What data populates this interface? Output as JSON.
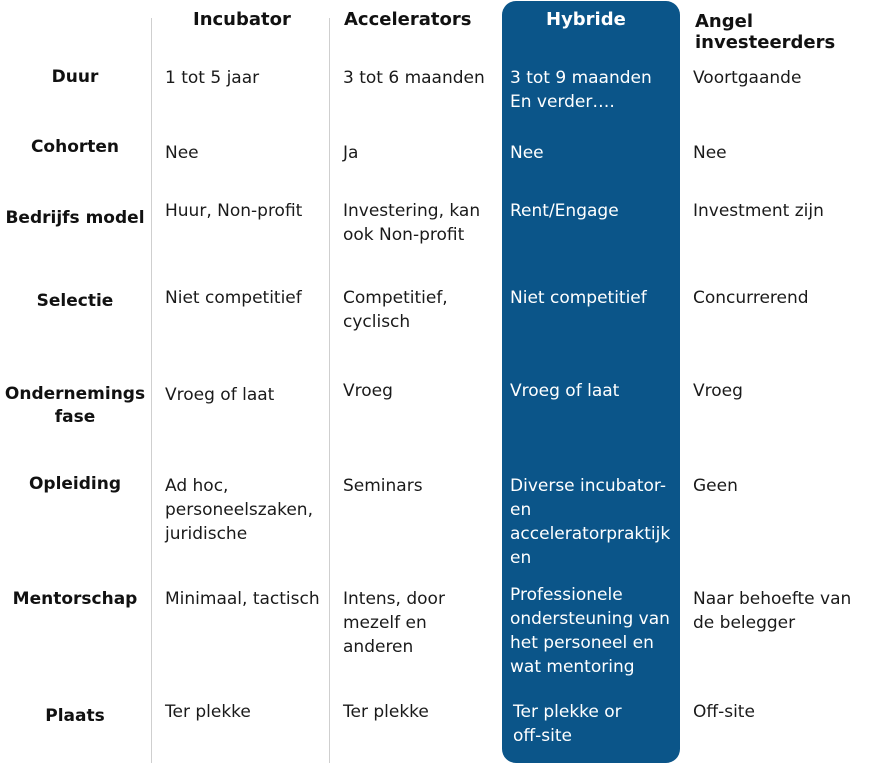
{
  "columns": {
    "incubator": "Incubator",
    "accelerators": "Accelerators",
    "hybride": "Hybride",
    "angel": "Angel\ninvesteerders"
  },
  "rows": [
    {
      "label": "Duur",
      "incubator": "1 tot 5 jaar",
      "accelerators": "3 tot 6 maanden",
      "hybride": "3 tot 9 maanden\nEn verder….",
      "angel": "Voortgaande"
    },
    {
      "label": "Cohorten",
      "incubator": "Nee",
      "accelerators": "Ja",
      "hybride": "Nee",
      "angel": "Nee"
    },
    {
      "label": "Bedrijfs model",
      "incubator": "Huur, Non-profit",
      "accelerators": "Investering, kan\nook Non-profit",
      "hybride": "Rent/Engage",
      "angel": "Investment zijn"
    },
    {
      "label": "Selectie",
      "incubator": "Niet competitief",
      "accelerators": "Competitief,\ncyclisch",
      "hybride": "Niet competitief",
      "angel": "Concurrerend"
    },
    {
      "label": "Ondernemings\nfase",
      "incubator": "Vroeg of laat",
      "accelerators": "Vroeg",
      "hybride": "Vroeg of laat",
      "angel": "Vroeg"
    },
    {
      "label": "Opleiding",
      "incubator": "Ad hoc,\npersoneelszaken,\njuridische",
      "accelerators": "Seminars",
      "hybride": "Diverse incubator-\nen\nacceleratorpraktijk\nen",
      "angel": "Geen"
    },
    {
      "label": "Mentorschap",
      "incubator": "Minimaal, tactisch",
      "accelerators": "Intens, door\nmezelf en\nanderen",
      "hybride": "Professionele\nondersteuning van\nhet personeel en\nwat mentoring",
      "angel": "Naar behoefte van\nde belegger"
    },
    {
      "label": "Plaats",
      "incubator": "Ter plekke",
      "accelerators": "Ter plekke",
      "hybride": "Ter plekke or\noff-site",
      "angel": "Off-site"
    }
  ],
  "colors": {
    "highlight": "#0b5589",
    "divider": "#cfcfcf"
  }
}
